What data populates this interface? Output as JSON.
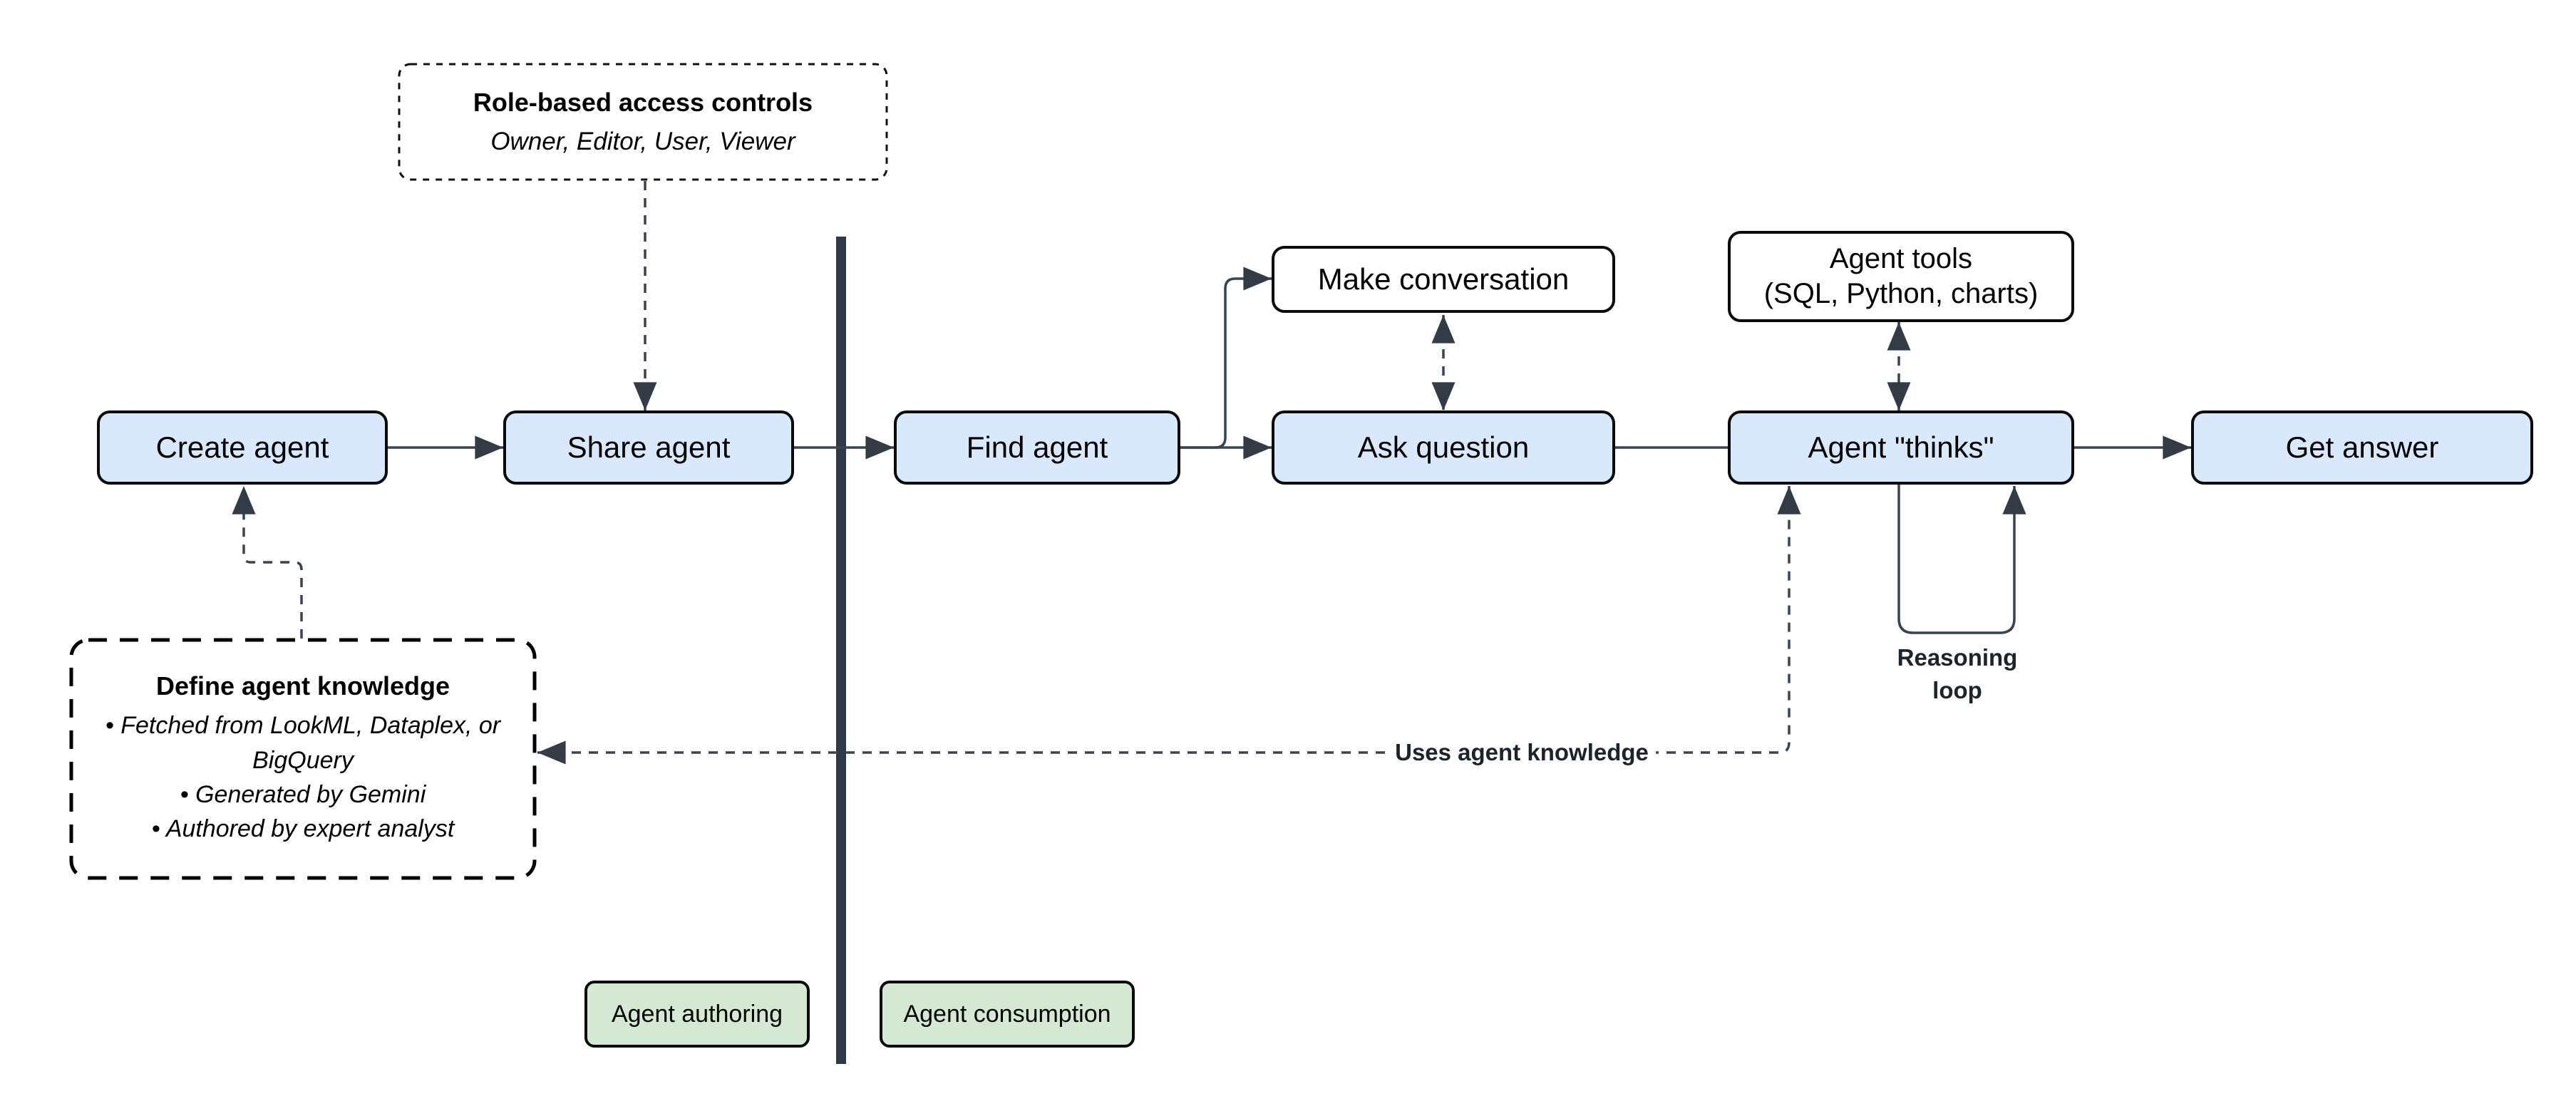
{
  "flow": {
    "create_agent": "Create agent",
    "share_agent": "Share agent",
    "find_agent": "Find agent",
    "make_conversation": "Make conversation",
    "ask_question": "Ask question",
    "agent_tools_line1": "Agent tools",
    "agent_tools_line2": "(SQL, Python, charts)",
    "agent_thinks": "Agent \"thinks\"",
    "get_answer": "Get answer"
  },
  "callouts": {
    "rbac_title": "Role-based access controls",
    "rbac_roles": "Owner, Editor, User, Viewer",
    "knowledge_title": "Define agent knowledge",
    "knowledge_bullets": [
      "Fetched from LookML, Dataplex, or BigQuery",
      "Generated by Gemini",
      "Authored by expert analyst"
    ]
  },
  "line_labels": {
    "uses_knowledge": "Uses agent knowledge",
    "reasoning_loop": "Reasoning loop"
  },
  "badges": {
    "authoring": "Agent authoring",
    "consumption": "Agent consumption"
  },
  "colors": {
    "node_fill": "#dae8fc",
    "tool_fill": "#ffffff",
    "badge_fill": "#d5e8d4",
    "box_border": "#0b0b0b",
    "connector": "#3a4450",
    "divider": "#2f3a46"
  }
}
